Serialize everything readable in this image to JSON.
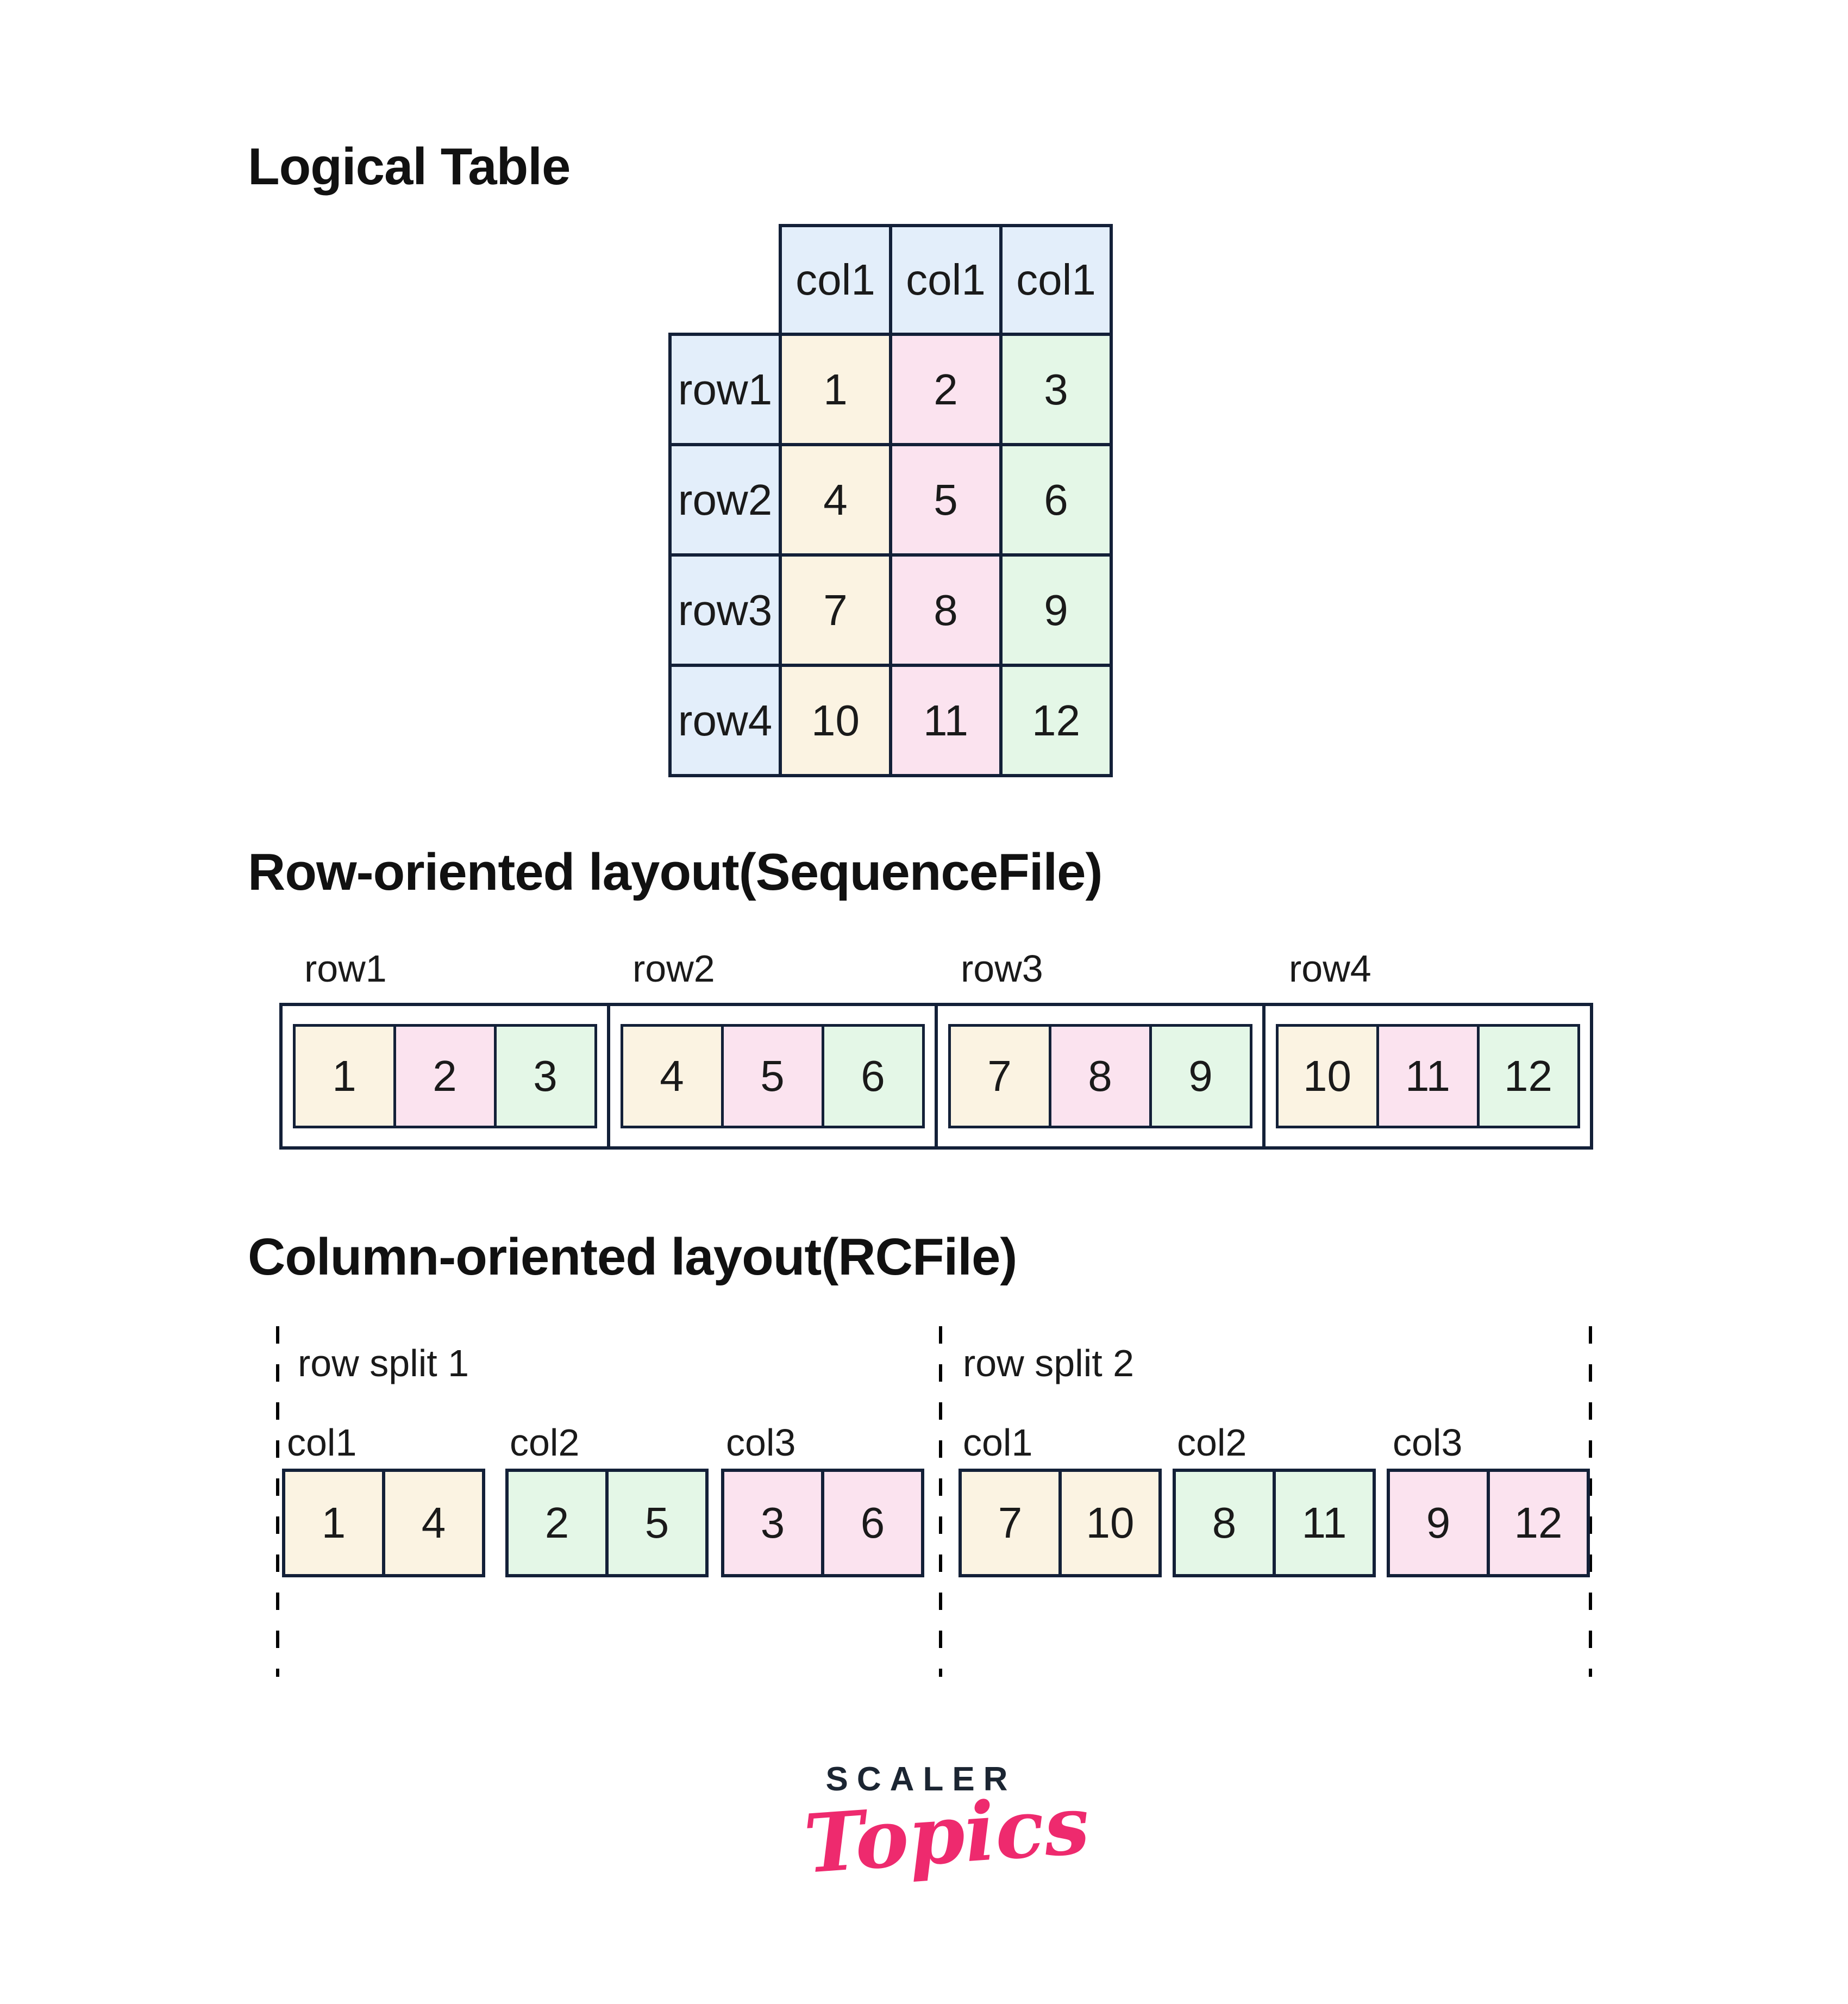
{
  "headings": {
    "logical_table": "Logical Table",
    "row_oriented": "Row-oriented layout(SequenceFile)",
    "column_oriented": "Column-oriented layout(RCFile)"
  },
  "logical_table": {
    "col_headers": [
      "col1",
      "col1",
      "col1"
    ],
    "rows": [
      {
        "label": "row1",
        "values": [
          "1",
          "2",
          "3"
        ]
      },
      {
        "label": "row2",
        "values": [
          "4",
          "5",
          "6"
        ]
      },
      {
        "label": "row3",
        "values": [
          "7",
          "8",
          "9"
        ]
      },
      {
        "label": "row4",
        "values": [
          "10",
          "11",
          "12"
        ]
      }
    ]
  },
  "row_oriented": {
    "segments": [
      {
        "label": "row1",
        "values": [
          "1",
          "2",
          "3"
        ]
      },
      {
        "label": "row2",
        "values": [
          "4",
          "5",
          "6"
        ]
      },
      {
        "label": "row3",
        "values": [
          "7",
          "8",
          "9"
        ]
      },
      {
        "label": "row4",
        "values": [
          "10",
          "11",
          "12"
        ]
      }
    ]
  },
  "column_oriented": {
    "splits": [
      {
        "label": "row split 1",
        "groups": [
          {
            "label": "col1",
            "values": [
              "1",
              "4"
            ]
          },
          {
            "label": "col2",
            "values": [
              "2",
              "5"
            ]
          },
          {
            "label": "col3",
            "values": [
              "3",
              "6"
            ]
          }
        ]
      },
      {
        "label": "row split 2",
        "groups": [
          {
            "label": "col1",
            "values": [
              "7",
              "10"
            ]
          },
          {
            "label": "col2",
            "values": [
              "8",
              "11"
            ]
          },
          {
            "label": "col3",
            "values": [
              "9",
              "12"
            ]
          }
        ]
      }
    ]
  },
  "logo": {
    "brand": "SCALER",
    "sub": "Topics"
  },
  "colors": {
    "border_navy": "#132038",
    "header_blue": "#E3EEFA",
    "cell_cream": "#FBF3E2",
    "cell_pink": "#FBE3EF",
    "cell_green": "#E4F7E7",
    "logo_navy": "#1B2532",
    "logo_pink": "#EE2A6E",
    "background": "#ffffff"
  }
}
